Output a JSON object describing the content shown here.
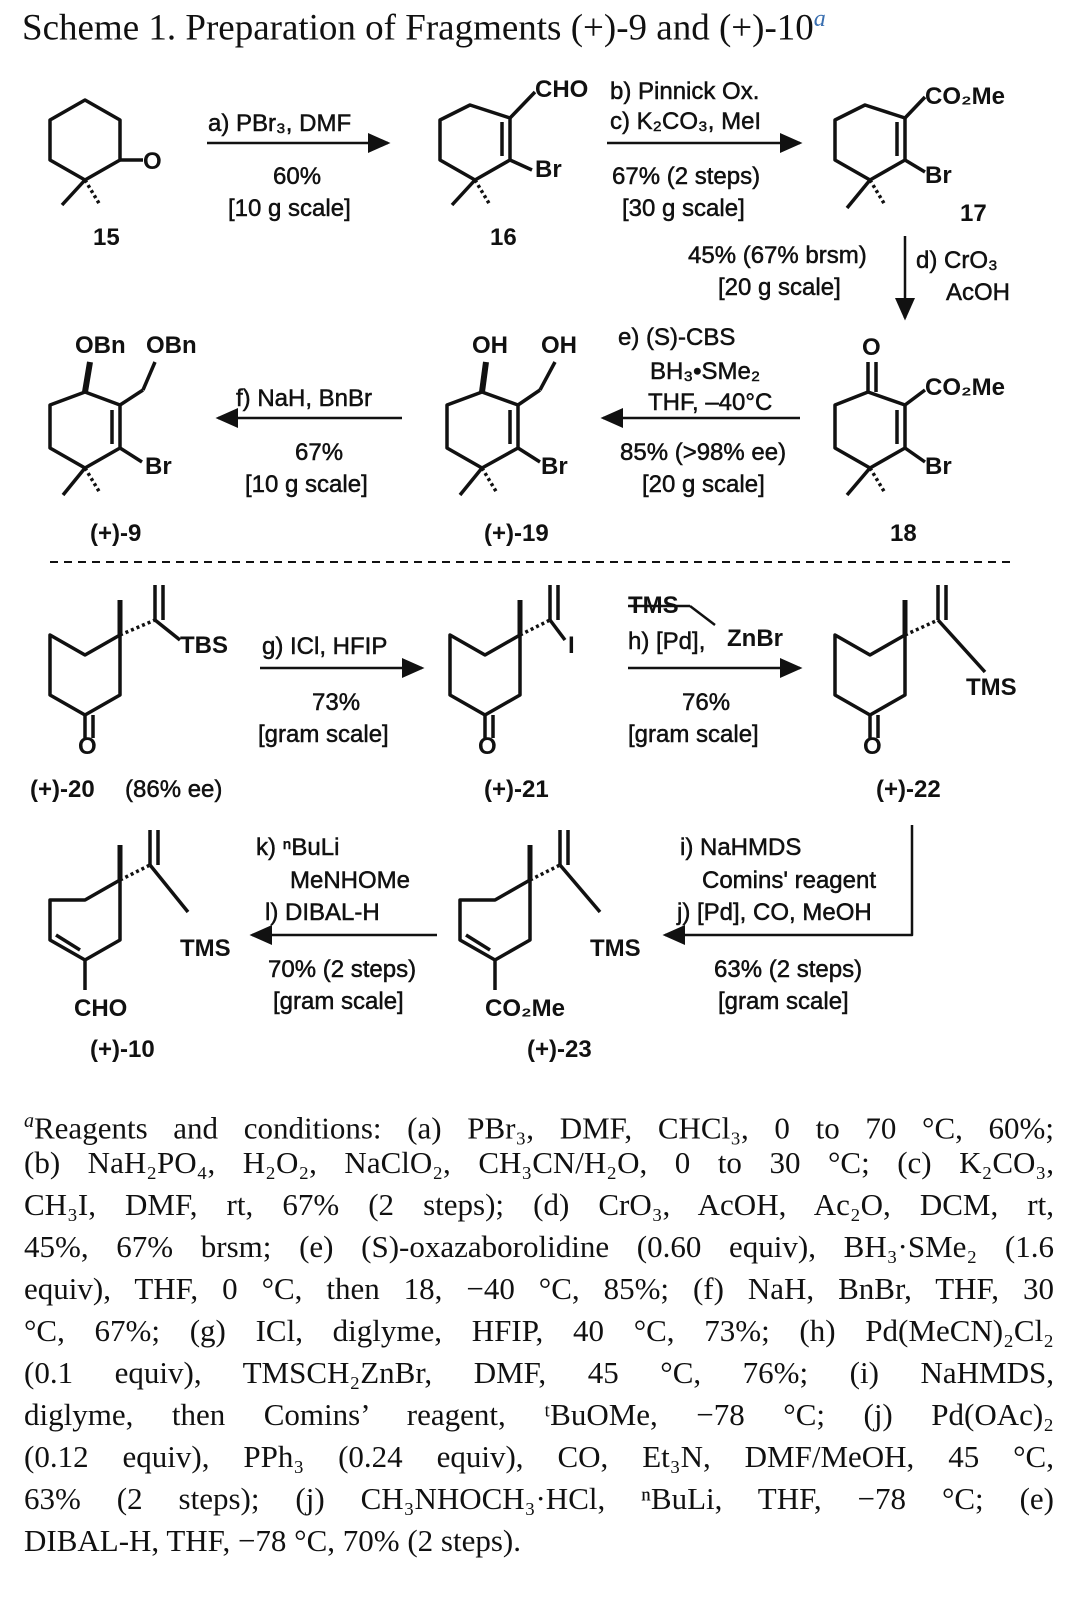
{
  "title": {
    "text": "Scheme 1. Preparation of Fragments (+)-9 and (+)-10",
    "footnote_mark": "a"
  },
  "compounds": {
    "c15": "15",
    "c16": "16",
    "c17": "17",
    "c18": "18",
    "c19": "(+)-19",
    "c9": "(+)-9",
    "c20": "(+)-20",
    "c20_ee": "(86% ee)",
    "c21": "(+)-21",
    "c22": "(+)-22",
    "c23": "(+)-23",
    "c10": "(+)-10"
  },
  "atoms": {
    "O": "O",
    "CHO": "CHO",
    "Br": "Br",
    "CO2Me": "CO₂Me",
    "OH": "OH",
    "OBn": "OBn",
    "TBS": "TBS",
    "I": "I",
    "TMS": "TMS",
    "ZnBr": "ZnBr"
  },
  "steps": {
    "a": {
      "reagents": [
        "a) PBr₃, DMF"
      ],
      "yield": "60%",
      "scale": "[10 g scale]"
    },
    "bc": {
      "reagents": [
        "b) Pinnick Ox.",
        "c) K₂CO₃, MeI"
      ],
      "yield": "67% (2 steps)",
      "scale": "[30 g scale]"
    },
    "d": {
      "reagents": [
        "d) CrO₃",
        "AcOH"
      ],
      "yield": "45% (67% brsm)",
      "scale": "[20 g scale]"
    },
    "e": {
      "reagents": [
        "e) (S)-CBS",
        "BH₃•SMe₂",
        "THF, –40°C"
      ],
      "yield": "85% (>98% ee)",
      "scale": "[20 g scale]"
    },
    "f": {
      "reagents": [
        "f) NaH, BnBr"
      ],
      "yield": "67%",
      "scale": "[10 g scale]"
    },
    "g": {
      "reagents": [
        "g) ICl, HFIP"
      ],
      "yield": "73%",
      "scale": "[gram scale]"
    },
    "h": {
      "reagents": [
        "TMS",
        "h) [Pd],"
      ],
      "yield": "76%",
      "scale": "[gram scale]"
    },
    "ij": {
      "reagents": [
        "i) NaHMDS",
        "Comins' reagent",
        "j) [Pd], CO, MeOH"
      ],
      "yield": "63% (2 steps)",
      "scale": "[gram scale]"
    },
    "kl": {
      "reagents": [
        "k) ⁿBuLi",
        "MeNHOMe",
        "l) DIBAL-H"
      ],
      "yield": "70% (2 steps)",
      "scale": "[gram scale]"
    }
  },
  "footnote": {
    "mark": "a",
    "lines": [
      "Reagents and conditions: (a) PBr₃, DMF, CHCl₃, 0 to 70 °C, 60%;",
      "(b) NaH₂PO₄, H₂O₂, NaClO₂, CH₃CN/H₂O, 0 to 30 °C; (c) K₂CO₃,",
      "CH₃I, DMF, rt, 67% (2 steps); (d) CrO₃, AcOH, Ac₂O, DCM, rt,",
      "45%, 67% brsm; (e) (S)-oxazaborolidine (0.60 equiv), BH₃·SMe₂ (1.6",
      "equiv), THF, 0 °C, then 18, −40 °C, 85%; (f) NaH, BnBr, THF, 30",
      "°C, 67%; (g) ICl, diglyme, HFIP, 40 °C, 73%; (h) Pd(MeCN)₂Cl₂",
      "(0.1 equiv), TMSCH₂ZnBr, DMF, 45 °C, 76%; (i) NaHMDS,",
      "diglyme, then Comins’ reagent, ᵗBuOMe, −78 °C; (j) Pd(OAc)₂",
      "(0.12 equiv), PPh₃ (0.24 equiv), CO, Et₃N, DMF/MeOH, 45 °C,",
      "63% (2 steps); (j) CH₃NHOCH₃·HCl, ⁿBuLi, THF, −78 °C; (e)",
      "DIBAL-H, THF, −78 °C, 70% (2 steps)."
    ]
  }
}
